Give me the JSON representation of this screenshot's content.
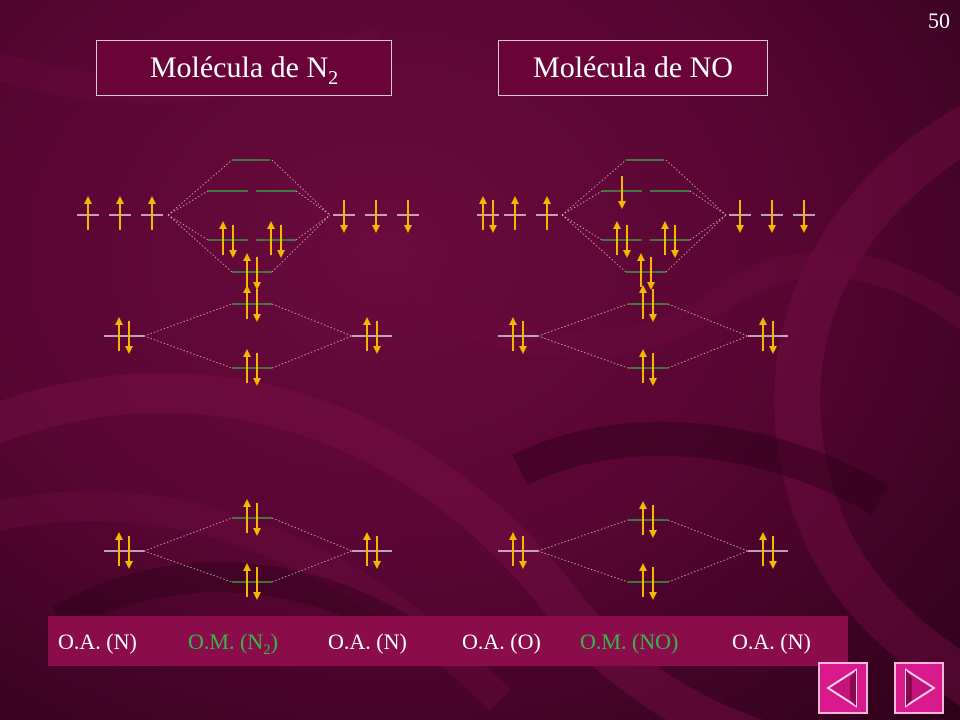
{
  "page_number": "50",
  "titles": {
    "n2": {
      "text": "Molécula de N",
      "sub": "2"
    },
    "no": {
      "text": "Molécula de NO"
    }
  },
  "bottom_labels": {
    "oa_n_left": "O.A. (N)",
    "om_n2": "O.M. (N",
    "om_n2_sub": "2",
    "om_n2_close": ")",
    "oa_n_mid": "O.A. (N)",
    "oa_o": "O.A. (O)",
    "om_no": "O.M. (NO)",
    "oa_n_right": "O.A. (N)"
  },
  "colors": {
    "background": "#5a0634",
    "arrow": "#f5b800",
    "orbital_line": "#3ab54a",
    "label_green": "#3ab54a",
    "bottom_bar": "#8a0c4a",
    "nav_button": "#d81a8c"
  },
  "navigation": {
    "prev": "triangle-left-icon",
    "next": "triangle-right-icon"
  }
}
